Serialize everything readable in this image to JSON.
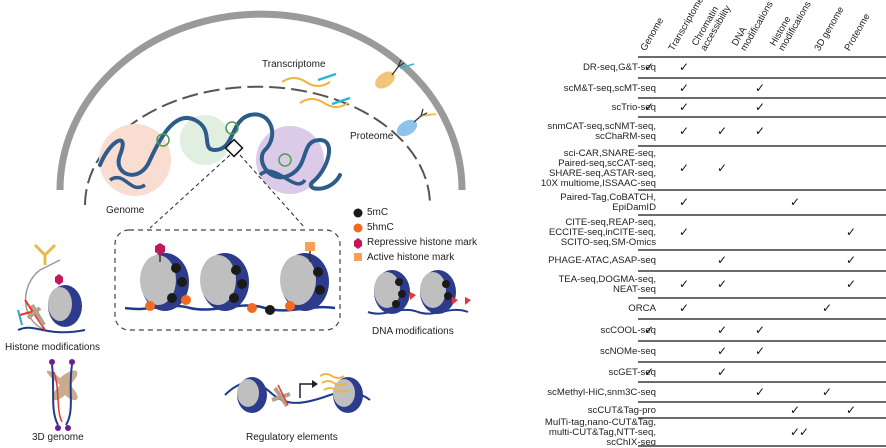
{
  "left_labels": {
    "transcriptome": "Transcriptome",
    "proteome": "Proteome",
    "genome": "Genome",
    "histone_modifications": "Histone modifications",
    "dna_modifications": "DNA modifications",
    "three_d_genome": "3D genome",
    "regulatory_elements": "Regulatory elements"
  },
  "legend": [
    {
      "label": "5mC",
      "color": "#1a1a1a",
      "shape": "circle"
    },
    {
      "label": "5hmC",
      "color": "#f26a21",
      "shape": "circle"
    },
    {
      "label": "Repressive histone mark",
      "color": "#c2185b",
      "shape": "hexagon"
    },
    {
      "label": "Active histone mark",
      "color": "#f5a15b",
      "shape": "square"
    }
  ],
  "columns": [
    "Genome",
    "Transcriptome",
    "Chromatin accessibility",
    "DNA modifications",
    "Histone modifications",
    "3D genome",
    "Proteome"
  ],
  "column_lines": [
    [
      "Genome"
    ],
    [
      "Transcriptome"
    ],
    [
      "Chromatin",
      "accessibility"
    ],
    [
      "DNA",
      "modifications"
    ],
    [
      "Histone",
      "modifications"
    ],
    [
      "3D genome"
    ],
    [
      "Proteome"
    ]
  ],
  "rows": [
    {
      "lines": [
        "DR-seq,G&T-seq"
      ],
      "checks": [
        0,
        1
      ]
    },
    {
      "lines": [
        "scM&T-seq,scMT-seq"
      ],
      "checks": [
        1,
        3
      ]
    },
    {
      "lines": [
        "scTrio-seq"
      ],
      "checks": [
        0,
        1,
        3
      ]
    },
    {
      "lines": [
        "snmCAT-seq,scNMT-seq,",
        "scChaRM-seq"
      ],
      "checks": [
        1,
        2,
        3
      ]
    },
    {
      "lines": [
        "sci-CAR,SNARE-seq,",
        "Paired-seq,scCAT-seq,",
        "SHARE-seq,ASTAR-seq,",
        "10X multiome,ISSAAC-seq"
      ],
      "checks": [
        1,
        2
      ]
    },
    {
      "lines": [
        "Paired-Tag,CoBATCH,",
        "EpiDamID"
      ],
      "checks": [
        1,
        4
      ]
    },
    {
      "lines": [
        "CITE-seq,REAP-seq,",
        "ECCITE-seq,inCITE-seq,",
        "SCITO-seq,SM-Omics"
      ],
      "checks": [
        1,
        6
      ]
    },
    {
      "lines": [
        "PHAGE-ATAC,ASAP-seq"
      ],
      "checks": [
        2,
        6
      ]
    },
    {
      "lines": [
        "TEA-seq,DOGMA-seq,",
        "NEAT-seq"
      ],
      "checks": [
        1,
        2,
        6
      ]
    },
    {
      "lines": [
        "ORCA"
      ],
      "checks": [
        1,
        5
      ]
    },
    {
      "lines": [
        "scCOOL-seq"
      ],
      "checks": [
        0,
        2,
        3
      ]
    },
    {
      "lines": [
        "scNOMe-seq"
      ],
      "checks": [
        2,
        3
      ]
    },
    {
      "lines": [
        "scGET-seq"
      ],
      "checks": [
        0,
        2
      ]
    },
    {
      "lines": [
        "scMethyl-HiC,snm3C-seq"
      ],
      "checks": [
        3,
        5
      ]
    },
    {
      "lines": [
        "scCUT&Tag-pro"
      ],
      "checks": [
        4,
        6
      ]
    },
    {
      "lines": [
        "MulTi-tag,nano-CUT&Tag,",
        "multi-CUT&Tag,NTT-seq,",
        "scChIX-seq"
      ],
      "checks": [
        4,
        4
      ]
    }
  ],
  "check_mark": "✓"
}
